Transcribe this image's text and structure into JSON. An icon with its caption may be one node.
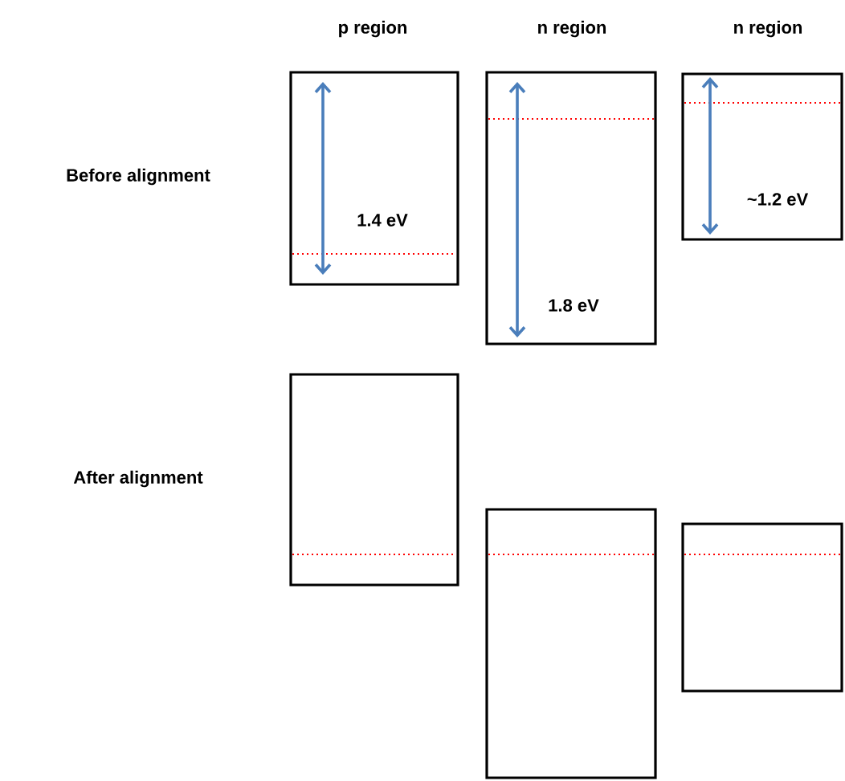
{
  "diagram": {
    "nodes": [
      {
        "text": [
          "1.4 eV"
        ]
      },
      {
        "text": [
          "1.8 eV"
        ]
      },
      {
        "text": [
          "~1.2 eV"
        ]
      },
      {
        "text": [],
        "shape": "box"
      },
      {
        "text": [],
        "shape": "box"
      },
      {
        "text": [],
        "shape": "box"
      }
    ],
    "edges": [],
    "labels": [
      "p region",
      "n region",
      "n region",
      "Before alignment",
      "After alignment"
    ]
  }
}
